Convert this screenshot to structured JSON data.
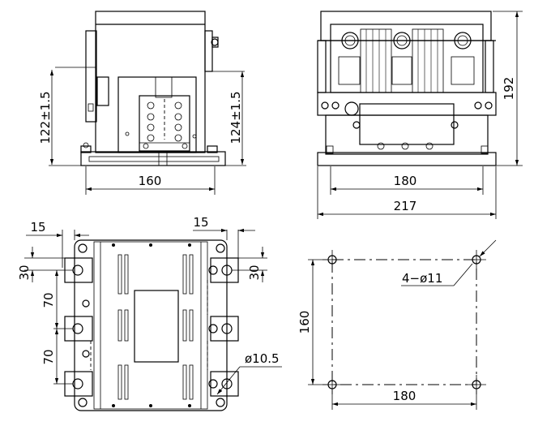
{
  "dimensions": {
    "front_height_left": "122±1.5",
    "front_height_right": "124±1.5",
    "front_width": "160",
    "side_height": "192",
    "side_width_inner": "180",
    "side_width_outer": "217",
    "top_margin_left": "15",
    "top_margin_right": "15",
    "top_spacing_30_left": "30",
    "top_spacing_70_a": "70",
    "top_spacing_70_b": "70",
    "top_spacing_30_right": "30",
    "terminal_hole": "ø10.5",
    "mount_holes": "4−ø11",
    "mount_height": "160",
    "mount_width": "180"
  }
}
